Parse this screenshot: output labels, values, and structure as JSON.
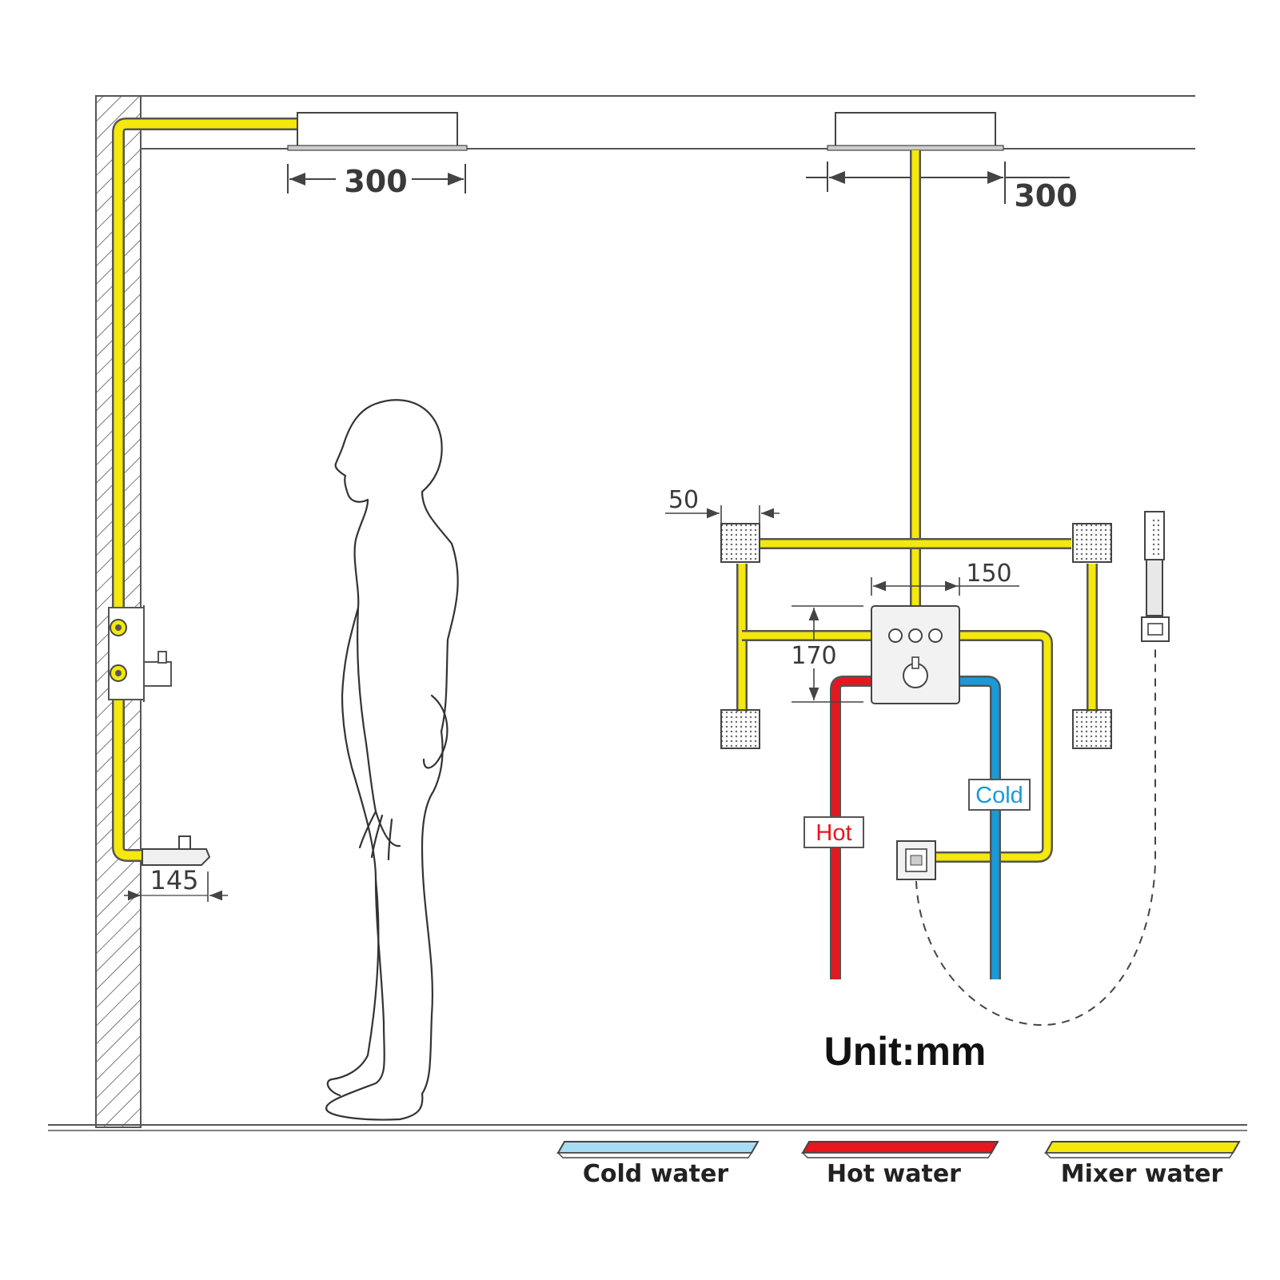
{
  "dimensions": {
    "left_head_width": "300",
    "right_head_width": "300",
    "body_jet_size": "50",
    "valve_offset": "150",
    "valve_height": "170",
    "spout_projection": "145"
  },
  "pipe_labels": {
    "hot": "Hot",
    "cold": "Cold"
  },
  "unit_label": "Unit:mm",
  "legend": [
    {
      "label": "Cold water",
      "color": "#a8dcf5"
    },
    {
      "label": "Hot water",
      "color": "#e8161f"
    },
    {
      "label": "Mixer water",
      "color": "#f4e80c"
    }
  ],
  "colors": {
    "mixer_pipe": "#f4e80c",
    "hot_pipe": "#e8161f",
    "cold_pipe": "#1a9ad8",
    "line": "#555555"
  }
}
